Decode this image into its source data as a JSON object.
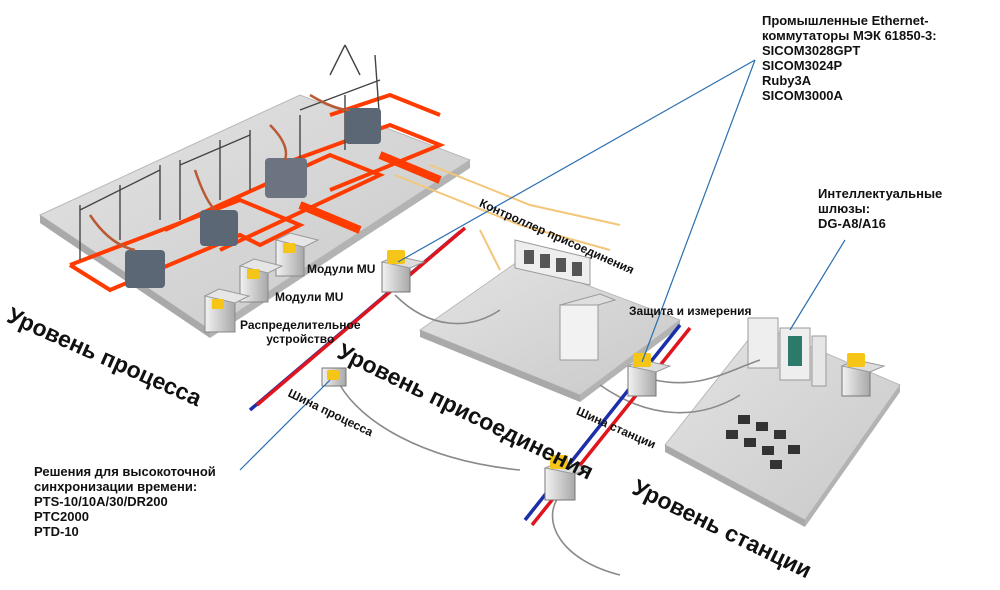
{
  "labels": {
    "switches": [
      "Промышленные Ethernet-",
      "коммутаторы МЭК 61850-3:",
      "SICOM3028GPT",
      "SICOM3024P",
      "Ruby3A",
      "SICOM3000A"
    ],
    "gateways": [
      "Интеллектуальные",
      "шлюзы:",
      "DG-A8/A16"
    ],
    "timesync": [
      "Решения для высокоточной",
      "синхронизации времени:",
      "PTS-10/10A/30/DR200",
      "PTC2000",
      "PTD-10"
    ],
    "level_process": "Уровень процесса",
    "level_bay": "Уровень присоединения",
    "level_station": "Уровень станции",
    "bay_controller": "Контроллер присоединения",
    "protection": "Защита и измерения",
    "mu1": "Модули MU",
    "mu2": "Модули MU",
    "switchgear": [
      "Распределительное",
      "устройство"
    ],
    "process_bus": "Шина процесса",
    "station_bus": "Шина станции"
  },
  "colors": {
    "floor": "#d9d9d9",
    "floor_dark": "#bdbdbd",
    "red_highlight": "#ff3b00",
    "bus_red": "#e0141c",
    "bus_blue": "#1b2fa8",
    "callout_line": "#2a6fb0",
    "device_yellow": "#f5c518"
  }
}
